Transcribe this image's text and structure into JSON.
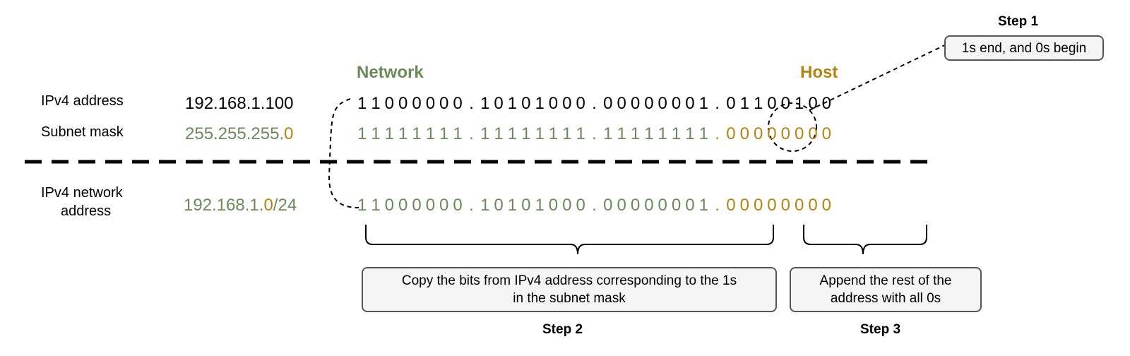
{
  "headings": {
    "network": "Network",
    "host": "Host"
  },
  "rows": {
    "ipv4": {
      "label": "IPv4 address",
      "value": "192.168.1.100",
      "bits": "11000000.10101000.00000001.01100100"
    },
    "mask": {
      "label": "Subnet mask",
      "value_prefix": "255.255.255.",
      "value_host": "0",
      "bits": "11111111.11111111.11111111.00000000"
    },
    "network_address": {
      "label_line1": "IPv4 network",
      "label_line2": "address",
      "value_prefix": "192.168.1.",
      "value_host": "0",
      "value_suffix": "/24",
      "bits": "11000000.10101000.00000001.00000000"
    }
  },
  "steps": {
    "step1": {
      "title": "Step 1",
      "text": "1s end, and 0s begin"
    },
    "step2": {
      "title": "Step 2",
      "text_line1": "Copy the bits from IPv4 address corresponding to the 1s",
      "text_line2": "in the subnet mask"
    },
    "step3": {
      "title": "Step 3",
      "text_line1": "Append the rest of the",
      "text_line2": "address with all 0s"
    }
  },
  "colors": {
    "network": "#6b8a5a",
    "host": "#b8820f",
    "box_border": "#555555",
    "box_fill": "#f5f5f5"
  }
}
